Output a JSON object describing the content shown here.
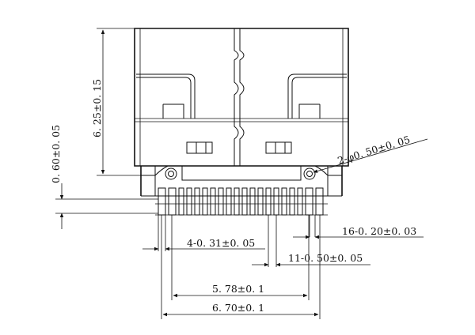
{
  "dimensions": {
    "height_body": "6. 25±0. 15",
    "height_lead": "0. 60±0. 05",
    "hole": "2-φ0. 50±0. 05",
    "pin_width_large": "4-0. 31±0. 05",
    "pin_width_small": "16-0. 20±0. 03",
    "pitch": "11-0. 50±0. 05",
    "span_inner": "5. 78±0. 1",
    "span_outer": "6. 70±0. 1"
  }
}
